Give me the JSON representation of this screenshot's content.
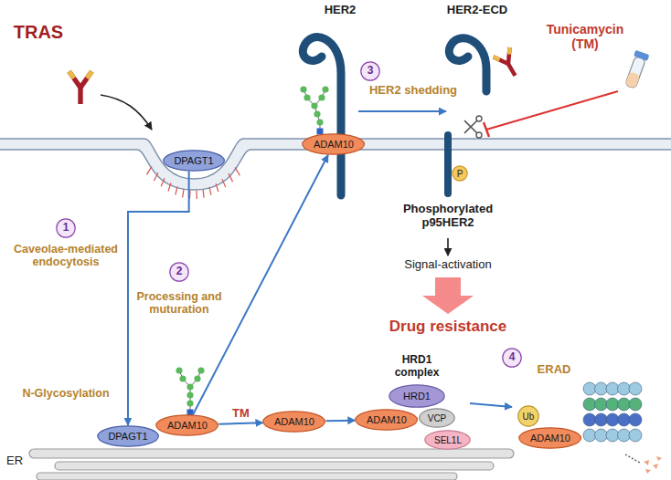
{
  "diagram": {
    "nodes": [
      {
        "text": [
          "DPAGT1"
        ]
      },
      {
        "text": [
          "1"
        ]
      },
      {
        "text": [
          "2"
        ]
      },
      {
        "text": [
          "ADAM10"
        ]
      },
      {
        "text": [
          "3"
        ]
      },
      {
        "text": [
          "P"
        ]
      },
      {
        "text": [
          "DPAGT1"
        ]
      },
      {
        "text": [
          "ADAM10"
        ]
      },
      {
        "text": [
          "ADAM10"
        ]
      },
      {
        "text": [
          "HRD1"
        ]
      },
      {
        "text": [
          "ADAM10"
        ]
      },
      {
        "text": [
          "VCP"
        ]
      },
      {
        "text": [
          "SEL1L"
        ]
      },
      {
        "text": [
          "4"
        ]
      },
      {
        "text": [
          "Ub"
        ]
      },
      {
        "text": [
          "ADAM10"
        ]
      }
    ],
    "edges": [
      {
        "from": 0,
        "to": 6,
        "arrow": "to"
      },
      {
        "from": 7,
        "to": 3,
        "arrow": "to"
      },
      {
        "from": 7,
        "to": 8,
        "label": "TM",
        "arrow": "to"
      },
      {
        "from": 8,
        "to": 10,
        "arrow": "to"
      }
    ],
    "labels": [
      "TRAS",
      "HER2",
      "HER2-ECD",
      "Tunicamycin (TM)",
      "HER2 shedding",
      "Caveolae-mediated endocytosis",
      "Processing and muturation",
      "Phosphorylated p95HER2",
      "Signal-activation",
      "Drug resistance",
      "N-Glycosylation",
      "HRD1 complex",
      "ERAD",
      "ER"
    ]
  }
}
